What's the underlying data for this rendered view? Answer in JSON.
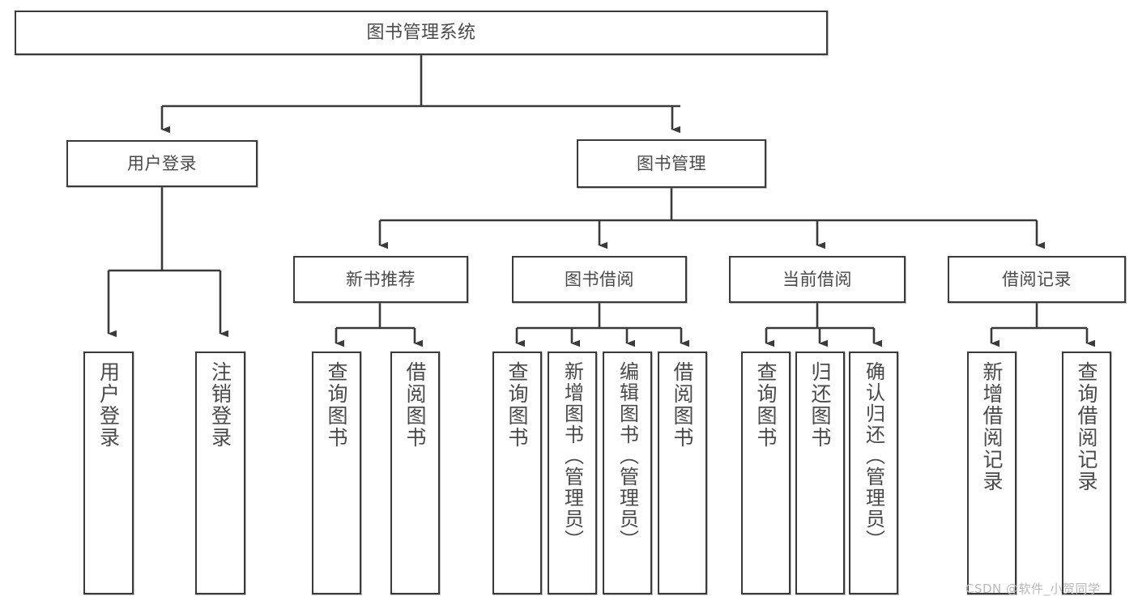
{
  "diagram": {
    "title": "图书管理系统",
    "type": "tree-hierarchy-chart",
    "root": {
      "label": "图书管理系统"
    },
    "level2": [
      {
        "label": "用户登录"
      },
      {
        "label": "图书管理"
      }
    ],
    "level3": [
      {
        "label": "新书推荐"
      },
      {
        "label": "图书借阅"
      },
      {
        "label": "当前借阅"
      },
      {
        "label": "借阅记录"
      }
    ],
    "leaves": {
      "user_login": [
        {
          "label": "用户登录"
        },
        {
          "label": "注销登录"
        }
      ],
      "new_book_recommend": [
        {
          "label": "查询图书"
        },
        {
          "label": "借阅图书"
        }
      ],
      "book_borrow": [
        {
          "label": "查询图书"
        },
        {
          "label": "新增图书（管理员）"
        },
        {
          "label": "编辑图书（管理员）"
        },
        {
          "label": "借阅图书"
        }
      ],
      "current_borrow": [
        {
          "label": "查询图书"
        },
        {
          "label": "归还图书"
        },
        {
          "label": "确认归还（管理员）"
        }
      ],
      "borrow_record": [
        {
          "label": "新增借阅记录"
        },
        {
          "label": "查询借阅记录"
        }
      ]
    }
  },
  "watermark": {
    "text": "CSDN @软件_小贺同学"
  },
  "colors": {
    "stroke": "#3a3a3a",
    "text": "#4a4a4a",
    "background": "#ffffff",
    "watermark": "#b9b9b9"
  }
}
